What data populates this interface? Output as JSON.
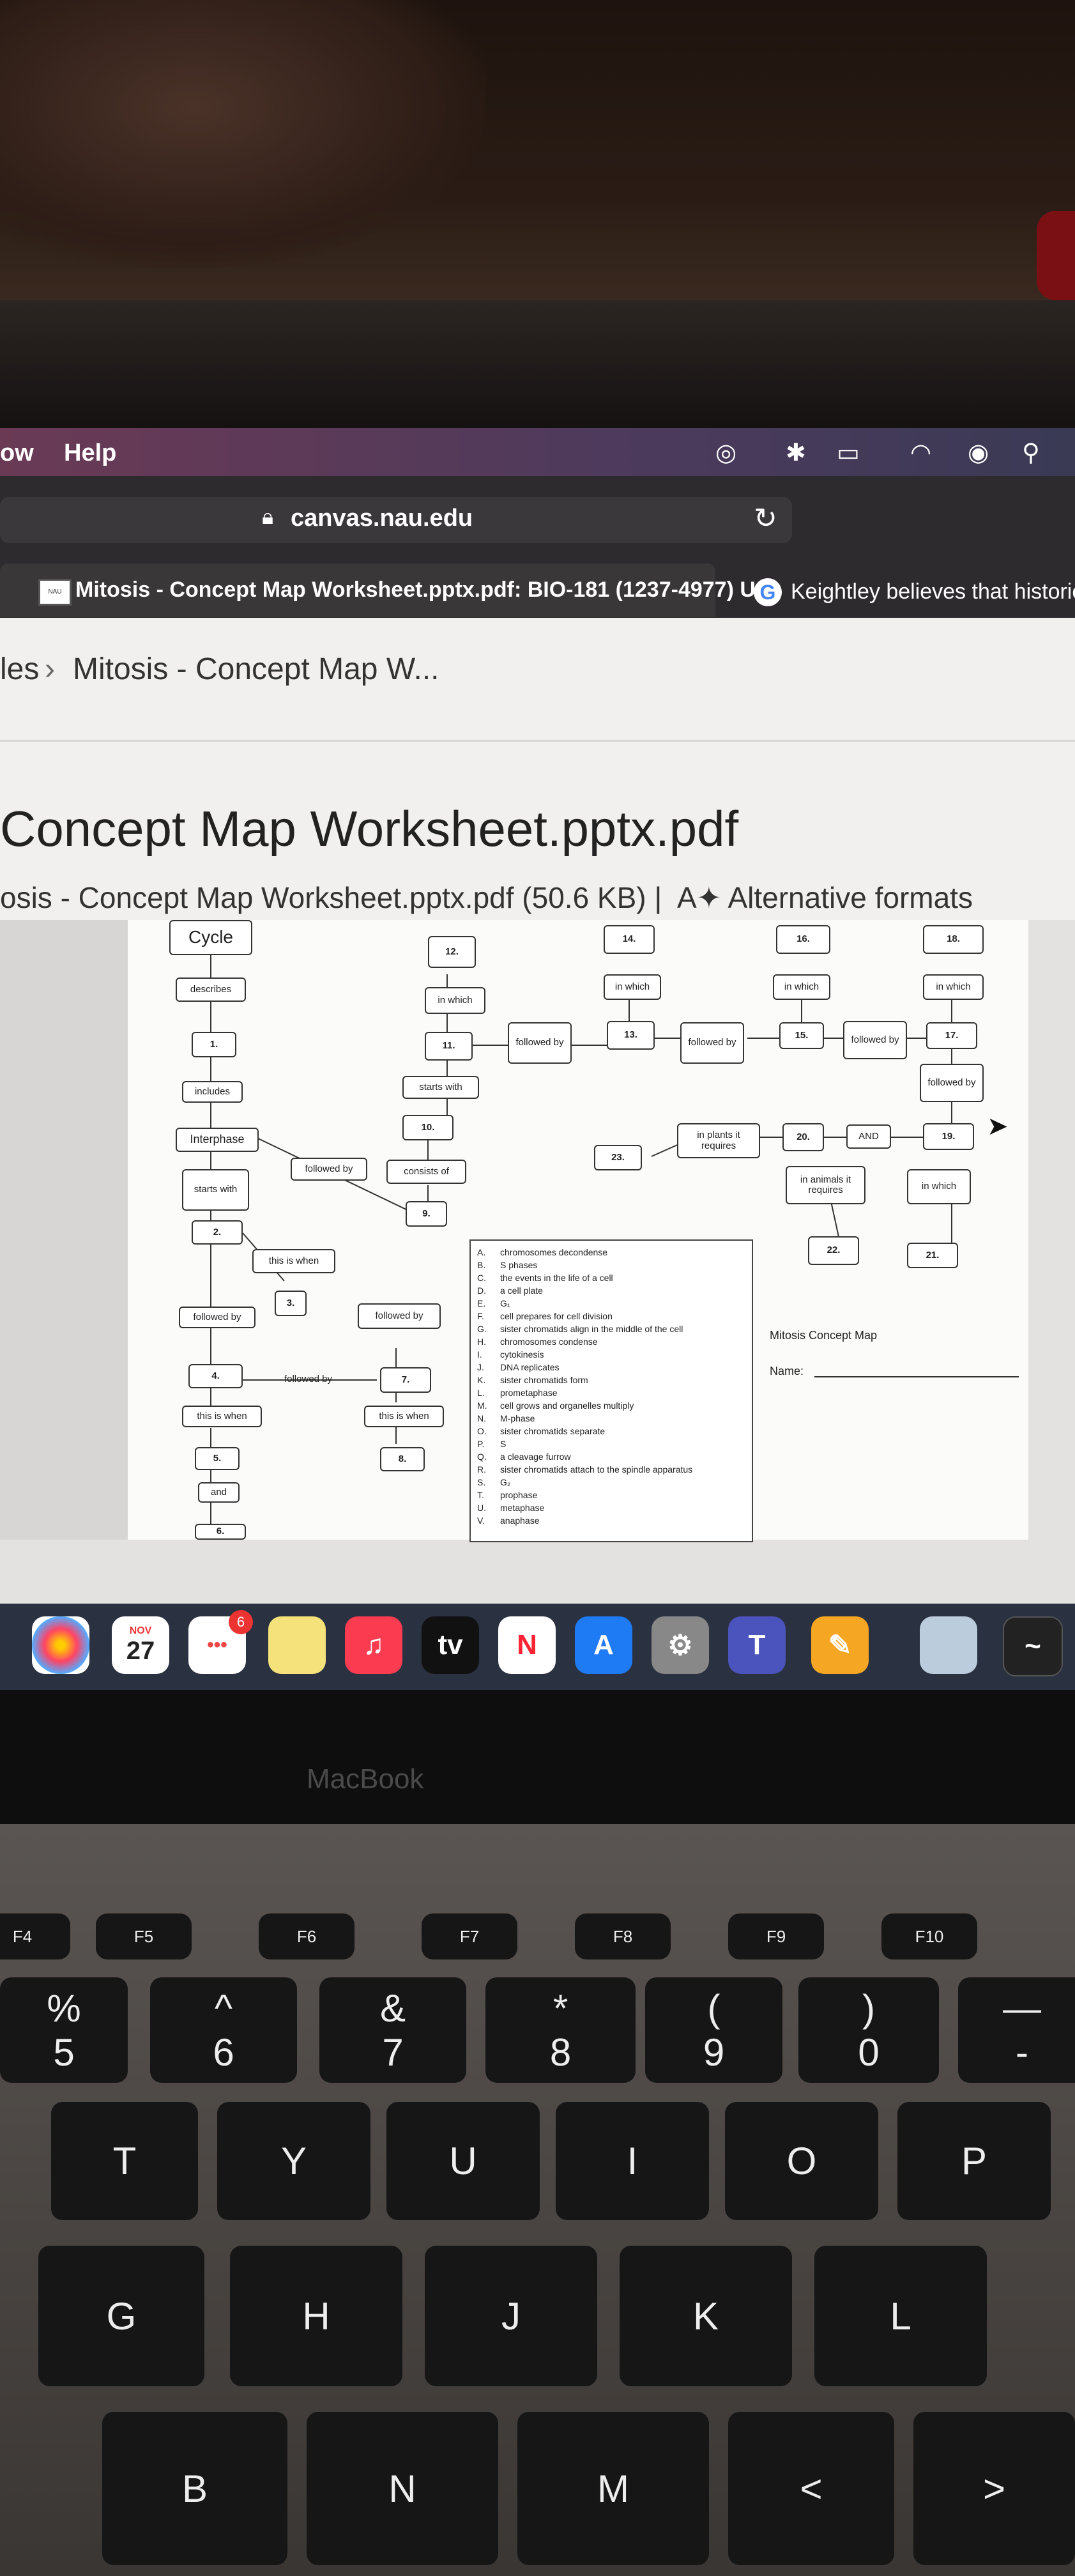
{
  "menubar": {
    "items": [
      "ow",
      "Help"
    ]
  },
  "browser": {
    "url": "canvas.nau.edu",
    "tabs": [
      {
        "label": "Mitosis - Concept Map Worksheet.pptx.pdf: BIO-181 (1237-4977) U..."
      },
      {
        "label": "Keightley believes that historical c"
      }
    ]
  },
  "breadcrumb": {
    "prev": "les",
    "sep": "›",
    "current": "Mitosis - Concept Map W..."
  },
  "page": {
    "title": "Concept Map Worksheet.pptx.pdf",
    "subtitle": "osis - Concept Map Worksheet.pptx.pdf (50.6 KB) |",
    "alt_formats": "Alternative formats"
  },
  "concept_map": {
    "nodes": {
      "cycle": "Cycle",
      "describes": "describes",
      "n1": "1.",
      "includes": "includes",
      "interphase": "Interphase",
      "starts_with": "starts with",
      "n2": "2.",
      "followed_by_a": "followed by",
      "this_is_when_a": "this is when",
      "n3": "3.",
      "followed_by_b": "followed by",
      "n4": "4.",
      "followed_by_c": "followed by",
      "this_is_when_b": "this is when",
      "n5": "5.",
      "and": "and",
      "n6": "6.",
      "n7": "7.",
      "this_is_when_c": "this is when",
      "n8": "8.",
      "n9": "9.",
      "consists_of": "consists of",
      "n10": "10.",
      "starts_with_b": "starts with",
      "n11": "11.",
      "in_which_a": "in which",
      "n12": "12.",
      "followed_by_d": "followed by",
      "n13": "13.",
      "in_which_b": "in which",
      "n14": "14.",
      "followed_by_e": "followed by",
      "n15": "15.",
      "in_which_c": "in which",
      "n16": "16.",
      "followed_by_f": "followed by",
      "n17": "17.",
      "in_which_d": "in which",
      "n18": "18.",
      "followed_by_g": "followed by",
      "n19": "19.",
      "in_which_e": "in which",
      "n21": "21.",
      "and_b": "AND",
      "n20": "20.",
      "in_animals": "in animals it requires",
      "n22": "22.",
      "in_plants": "in plants it requires",
      "n23": "23.",
      "followed_by_h": "followed by"
    },
    "legend": [
      {
        "letter": "A.",
        "text": "chromosomes decondense"
      },
      {
        "letter": "B.",
        "text": "S phases"
      },
      {
        "letter": "C.",
        "text": "the events in the life of a cell"
      },
      {
        "letter": "D.",
        "text": "a cell plate"
      },
      {
        "letter": "E.",
        "text": "G₁"
      },
      {
        "letter": "F.",
        "text": "cell prepares for cell division"
      },
      {
        "letter": "G.",
        "text": "sister chromatids align in the middle of the cell"
      },
      {
        "letter": "H.",
        "text": "chromosomes condense"
      },
      {
        "letter": "I.",
        "text": "cytokinesis"
      },
      {
        "letter": "J.",
        "text": "DNA replicates"
      },
      {
        "letter": "K.",
        "text": "sister chromatids form"
      },
      {
        "letter": "L.",
        "text": "prometaphase"
      },
      {
        "letter": "M.",
        "text": "cell grows and organelles multiply"
      },
      {
        "letter": "N.",
        "text": "M-phase"
      },
      {
        "letter": "O.",
        "text": "sister chromatids separate"
      },
      {
        "letter": "P.",
        "text": "S"
      },
      {
        "letter": "Q.",
        "text": "a cleavage furrow"
      },
      {
        "letter": "R.",
        "text": "sister chromatids attach to the spindle apparatus"
      },
      {
        "letter": "S.",
        "text": "G₂"
      },
      {
        "letter": "T.",
        "text": "prophase"
      },
      {
        "letter": "U.",
        "text": "metaphase"
      },
      {
        "letter": "V.",
        "text": "anaphase"
      }
    ],
    "side_title": "Mitosis Concept Map",
    "name_label": "Name:"
  },
  "dock": {
    "calendar_month": "NOV",
    "calendar_day": "27",
    "badge": "6",
    "tv_label": "tv"
  },
  "laptop_label": "MacBook",
  "keyboard": {
    "fn_keys": [
      "F4",
      "F5",
      "F6",
      "F7",
      "F8",
      "F9",
      "F10"
    ],
    "number_row": [
      {
        "top": "%",
        "bottom": "5"
      },
      {
        "top": "^",
        "bottom": "6"
      },
      {
        "top": "&",
        "bottom": "7"
      },
      {
        "top": "*",
        "bottom": "8"
      },
      {
        "top": "(",
        "bottom": "9"
      },
      {
        "top": ")",
        "bottom": "0"
      },
      {
        "top": "—",
        "bottom": "-"
      }
    ],
    "row_t": [
      "T",
      "Y",
      "U",
      "I",
      "O",
      "P"
    ],
    "row_g": [
      "G",
      "H",
      "J",
      "K",
      "L"
    ],
    "row_b": [
      "B",
      "N",
      "M",
      "<",
      ">"
    ]
  }
}
